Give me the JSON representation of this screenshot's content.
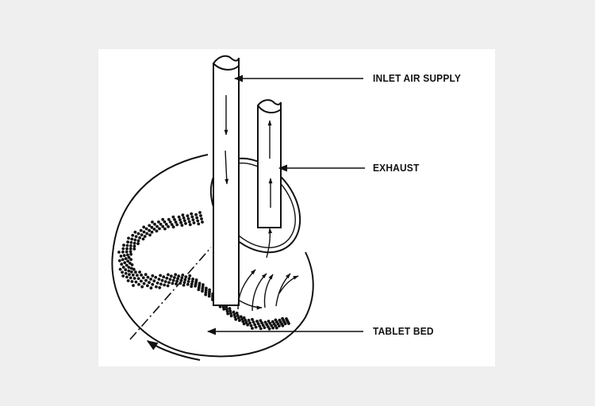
{
  "labels": {
    "inlet": "INLET AIR SUPPLY",
    "exhaust": "EXHAUST",
    "tablet_bed": "TABLET BED"
  },
  "colors": {
    "background": "#efefef",
    "panel": "#ffffff",
    "ink": "#111111"
  }
}
